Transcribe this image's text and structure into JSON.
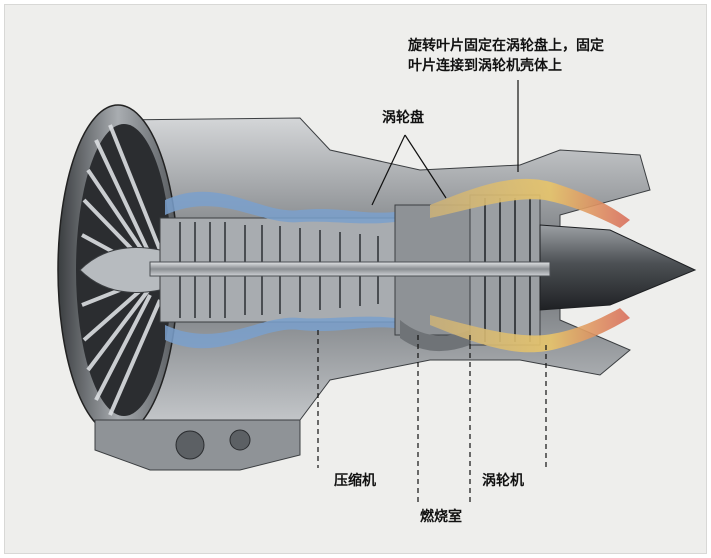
{
  "figure": {
    "labels": {
      "blades_note_line1": "旋转叶片固定在涡轮盘上，固定",
      "blades_note_line2": "叶片连接到涡轮机壳体上",
      "turbine_disk": "涡轮盘",
      "compressor": "压缩机",
      "combustor": "燃烧室",
      "turbine": "涡轮机"
    }
  },
  "colors": {
    "background": "#eeeeec",
    "metal_dark": "#2e3033",
    "metal_mid": "#7c8084",
    "metal_light": "#c9cccf",
    "compressor_flow": "#7aa0cc",
    "turbine_flow_yellow": "#e8c56a",
    "turbine_flow_red": "#d86d5c"
  }
}
